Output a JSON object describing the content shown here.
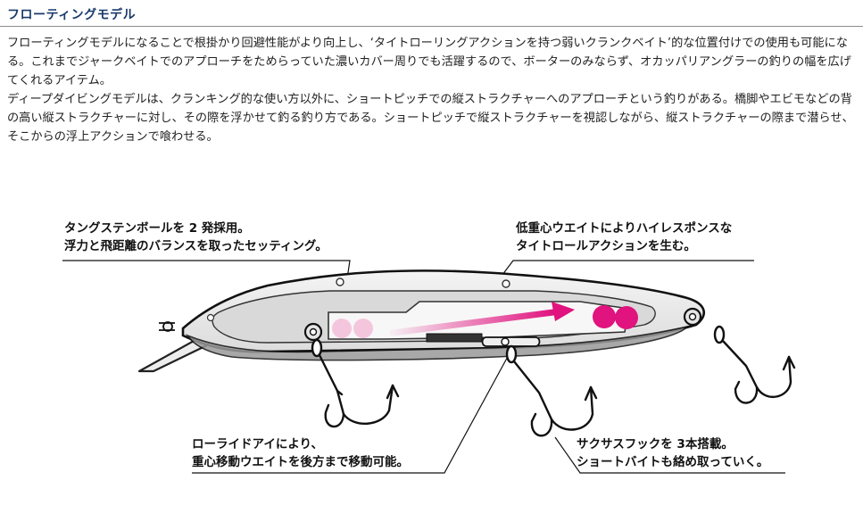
{
  "header": {
    "title": "フローティングモデル"
  },
  "body": {
    "paragraph1": "フローティングモデルになることで根掛かり回避性能がより向上し、‘タイトローリングアクションを持つ弱いクランクベイト’的な位置付けでの使用も可能になる。これまでジャークベイトでのアプローチをためらっていた濃いカバー周りでも活躍するので、ボーターのみならず、オカッパリアングラーの釣りの幅を広げてくれるアイテム。",
    "paragraph2": "ディープダイビングモデルは、クランキング的な使い方以外に、ショートピッチでの縦ストラクチャーへのアプローチという釣りがある。橋脚やエビモなどの背の高い縦ストラクチャーに対し、その際を浮かせて釣る釣り方である。ショートピッチで縦ストラクチャーを視認しながら、縦ストラクチャーの際まで潜らせ、そこからの浮上アクションで喰わせる。"
  },
  "callouts": {
    "tungsten": {
      "line1": "タングステンボールを 2 発採用。",
      "line2": "浮力と飛距離のバランスを取ったセッティング。"
    },
    "low_center": {
      "line1": "低重心ウエイトによりハイレスポンスな",
      "line2": "タイトロールアクションを生む。"
    },
    "low_eye": {
      "line1": "ローライドアイにより、",
      "line2": "重心移動ウエイトを後方まで移動可能。"
    },
    "hooks": {
      "line1": "サクサスフックを 3本搭載。",
      "line2": "ショートバイトも絡め取っていく。"
    }
  },
  "colors": {
    "title": "#1a3a6b",
    "weight_ball": "#e0137f",
    "weight_ball_faded": "#f2c4dc",
    "arrow": "#e0137f"
  }
}
